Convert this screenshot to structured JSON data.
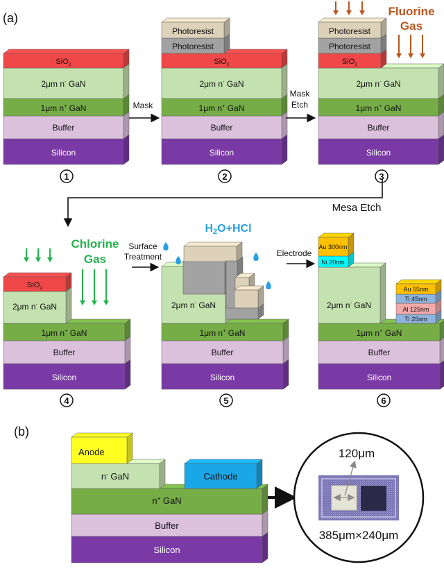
{
  "panel_a_label": "(a)",
  "panel_b_label": "(b)",
  "colors": {
    "silicon": "#7a3aa6",
    "buffer": "#dcc1dd",
    "n_plus": "#76ad47",
    "n_minus": "#c4e2b0",
    "sio2": "#f04848",
    "photoresist_top": "#ddd1b9",
    "photoresist_bottom": "#a2a2a2",
    "fluorine": "#b8561f",
    "chlorine": "#22b34a",
    "water": "#2aa0de",
    "au": "#ffc000",
    "ni": "#00ffff",
    "ti": "#8fb4dc",
    "al": "#f2a9a9",
    "anode": "#ffff22",
    "cathode": "#1aa7e8"
  },
  "layers": {
    "silicon": "Silicon",
    "buffer": "Buffer",
    "n_plus_prefix": "1μm n",
    "n_plus_sup": "+",
    "n_plus_suffix": " GaN",
    "n_minus_prefix": "2μm n",
    "n_minus_sup": "-",
    "n_minus_suffix": " GaN",
    "sio2_main": "SiO",
    "sio2_sub": "2",
    "photoresist": "Photoresist"
  },
  "steps": [
    {
      "number": "1"
    },
    {
      "number": "2"
    },
    {
      "number": "3"
    },
    {
      "number": "4"
    },
    {
      "number": "5"
    },
    {
      "number": "6"
    }
  ],
  "arrows": {
    "mask": "Mask",
    "mask_etch_line1": "Mask",
    "mask_etch_line2": "Etch",
    "mesa_etch": "Mesa Etch",
    "surface_line1": "Surface",
    "surface_line2": "Treatment",
    "electrode": "Electrode"
  },
  "gases": {
    "fluorine_line1": "Fluorine",
    "fluorine_line2": "Gas",
    "chlorine_line1": "Chlorine",
    "chlorine_line2": "Gas",
    "water_h": "H",
    "water_sub": "2",
    "water_rest": "O+HCl"
  },
  "electrodes": {
    "anode_au": "Au 300nm",
    "anode_ni": "Ni 20nm",
    "cathode_au": "Au 55nm",
    "cathode_ti1": "Ti 45nm",
    "cathode_al": "Al 125nm",
    "cathode_ti2": "Ti 25nm"
  },
  "device": {
    "anode": "Anode",
    "cathode": "Cathode",
    "n_minus_prefix": "n",
    "n_minus_sup": "-",
    "n_minus_suffix": " GaN",
    "n_plus_prefix": "n",
    "n_plus_sup": "+",
    "n_plus_suffix": " GaN",
    "buffer": "Buffer",
    "silicon": "Silicon",
    "micro_width": "120μm",
    "micro_size": "385μm×240μm"
  }
}
